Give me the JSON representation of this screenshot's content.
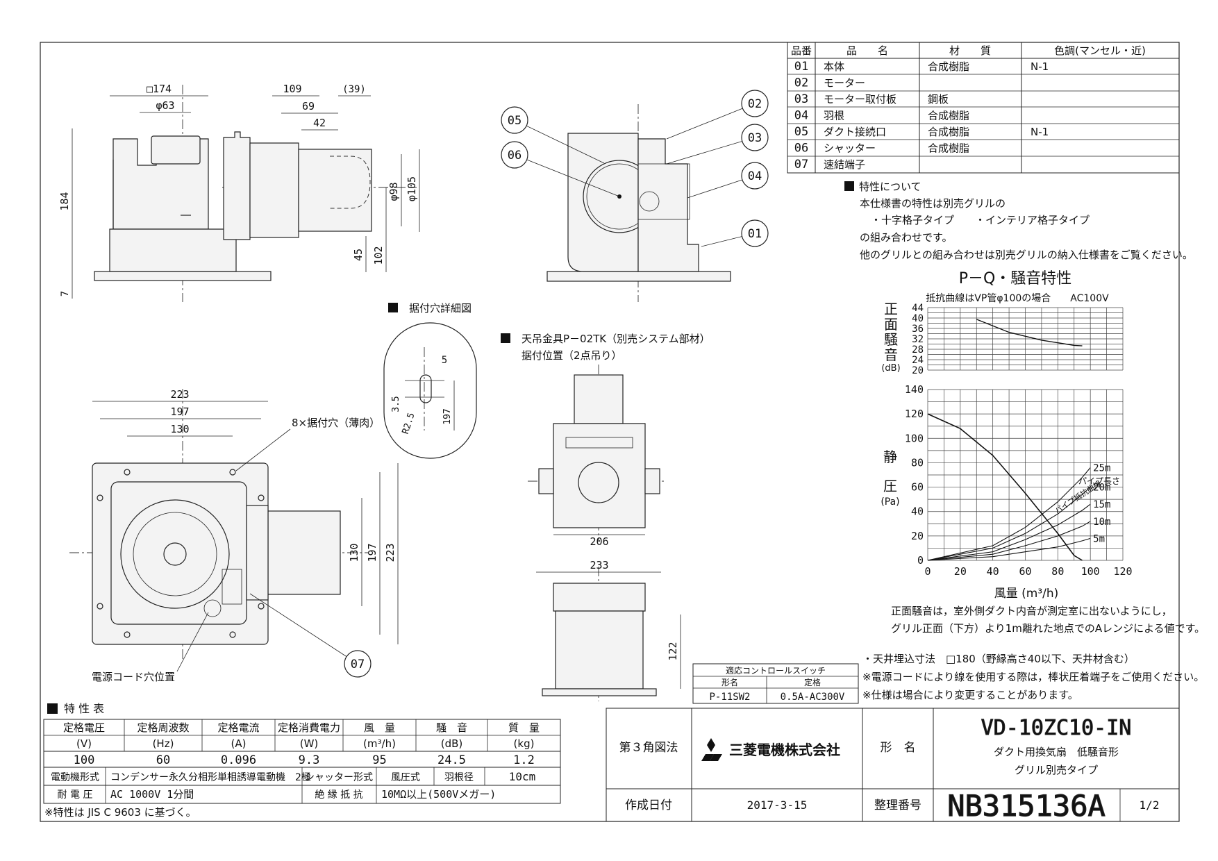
{
  "parts_table": {
    "headers": [
      "品番",
      "品　　名",
      "材　　質",
      "色調(マンセル・近)"
    ],
    "rows": [
      [
        "01",
        "本体",
        "合成樹脂",
        "N-1"
      ],
      [
        "02",
        "モーター",
        "",
        ""
      ],
      [
        "03",
        "モーター取付板",
        "鋼板",
        ""
      ],
      [
        "04",
        "羽根",
        "合成樹脂",
        ""
      ],
      [
        "05",
        "ダクト接続口",
        "合成樹脂",
        "N-1"
      ],
      [
        "06",
        "シャッター",
        "合成樹脂",
        ""
      ],
      [
        "07",
        "速結端子",
        "",
        ""
      ]
    ]
  },
  "notes_top": {
    "heading": "特性について",
    "lines": [
      "本仕様書の特性は別売グリルの",
      "・十字格子タイプ　　・インテリア格子タイプ",
      "の組み合わせです。",
      "他のグリルとの組み合わせは別売グリルの納入仕様書をご覧ください。"
    ]
  },
  "chart_title": "P－Q・騒音特性",
  "chart_data": [
    {
      "type": "line",
      "subtitle": "抵抗曲線はVP管φ100の場合　　AC100V",
      "ylabel": "正面騒音 (dB)",
      "yticks": [
        "44",
        "40",
        "36",
        "32",
        "28",
        "24",
        "20"
      ],
      "ylim": [
        20,
        44
      ],
      "xlim": [
        0,
        120
      ],
      "series": [
        {
          "x": [
            30,
            50,
            70,
            90,
            95
          ],
          "y": [
            39.5,
            34.5,
            31.5,
            29.5,
            29.3
          ]
        }
      ]
    },
    {
      "type": "line",
      "ylabel": "静圧 (Pa)",
      "xlabel": "風量 (m³/h)",
      "xticks": [
        "0",
        "20",
        "40",
        "60",
        "80",
        "100",
        "120"
      ],
      "yticks": [
        "140",
        "120",
        "100",
        "80",
        "60",
        "40",
        "20",
        "0"
      ],
      "xlim": [
        0,
        120
      ],
      "ylim": [
        0,
        140
      ],
      "pipe_label": "パイプ長さ",
      "resistance_label": "パイプ抵抗曲線",
      "series": [
        {
          "name": "PQ",
          "x": [
            0,
            20,
            40,
            60,
            80,
            90,
            95
          ],
          "y": [
            120,
            108,
            86,
            55,
            22,
            4,
            0
          ]
        },
        {
          "name": "25m",
          "x": [
            0,
            40,
            60,
            80,
            95,
            100
          ],
          "y": [
            0,
            12,
            27,
            48,
            68,
            76
          ]
        },
        {
          "name": "20m",
          "x": [
            0,
            40,
            60,
            80,
            95,
            100
          ],
          "y": [
            0,
            10,
            22,
            38,
            54,
            60
          ]
        },
        {
          "name": "15m",
          "x": [
            0,
            40,
            60,
            80,
            95,
            100
          ],
          "y": [
            0,
            7,
            17,
            29,
            41,
            46
          ]
        },
        {
          "name": "10m",
          "x": [
            0,
            40,
            60,
            80,
            95,
            100
          ],
          "y": [
            0,
            5,
            12,
            20,
            28,
            32
          ]
        },
        {
          "name": "5m",
          "x": [
            0,
            40,
            60,
            80,
            95,
            100
          ],
          "y": [
            0,
            3,
            7,
            11,
            16,
            18
          ]
        }
      ]
    }
  ],
  "chart_notes": [
    "正面騒音は，室外側ダクト内音が測定室に出ないようにし，",
    "グリル正面（下方）より1m離れた地点でのAレンジによる値です。"
  ],
  "install_notes": [
    "・天井埋込寸法　□180（野縁高さ40以下、天井材含む）",
    "※電源コードにより線を使用する際は，棒状圧着端子をご使用ください。",
    "※仕様は場合により変更することがあります。"
  ],
  "switch_table": {
    "title": "適応コントロールスイッチ",
    "h1": "形名",
    "h2": "定格",
    "c1": "P-11SW2",
    "c2": "0.5A-AC300V"
  },
  "spec_table": {
    "title": "特 性 表",
    "headers": [
      "定格電圧",
      "定格周波数",
      "定格電流",
      "定格消費電力",
      "風　量",
      "騒　音",
      "質　量"
    ],
    "units": [
      "(V)",
      "(Hz)",
      "(A)",
      "(W)",
      "(m³/h)",
      "(dB)",
      "(kg)"
    ],
    "values": [
      "100",
      "60",
      "0.096",
      "9.3",
      "95",
      "24.5",
      "1.2"
    ],
    "motor_label": "電動機形式",
    "motor_value": "コンデンサー永久分相形単相誘導電動機　2極",
    "shutter_label": "シャッター形式",
    "shutter_value": "風圧式",
    "blade_label": "羽根径",
    "blade_value": "10cm",
    "voltage_label": "耐 電 圧",
    "voltage_value": "AC 1000V 1分間",
    "insul_label": "絶 縁 抵 抗",
    "insul_value": "10MΩ以上(500Vメガー)",
    "footnote": "※特性は JIS C 9603 に基づく。"
  },
  "title_block": {
    "projection": "第３角図法",
    "company": "三菱電機株式会社",
    "model_label": "形　名",
    "model": "VD-10ZC10-IN",
    "desc1": "ダクト用換気扇　低騒音形",
    "desc2": "グリル別売タイプ",
    "date_label": "作成日付",
    "date": "2017-3-15",
    "doc_label": "整理番号",
    "doc_no": "NB315136A",
    "page": "1/2"
  },
  "labels": {
    "detail_title": "据付穴詳細図",
    "hanger_title": "天吊金具P－02TK（別売システム部材）",
    "hanger_sub": "据付位置（2点吊り）",
    "holes": "8×据付穴（薄肉）",
    "cord": "電源コード穴位置"
  },
  "dims": {
    "d174": "□174",
    "d63": "φ63",
    "d109": "109",
    "d39": "(39)",
    "d69": "69",
    "d42": "42",
    "d184": "184",
    "d7": "7",
    "d45": "45",
    "d102": "102",
    "d98": "φ98",
    "d105": "φ105",
    "d223": "223",
    "d197": "197",
    "d130": "130",
    "d5": "5",
    "d35": "3.5",
    "dr25": "R2.5",
    "d206": "206",
    "d233": "233",
    "d122": "122"
  },
  "callouts": [
    "01",
    "02",
    "03",
    "04",
    "05",
    "06",
    "07"
  ]
}
